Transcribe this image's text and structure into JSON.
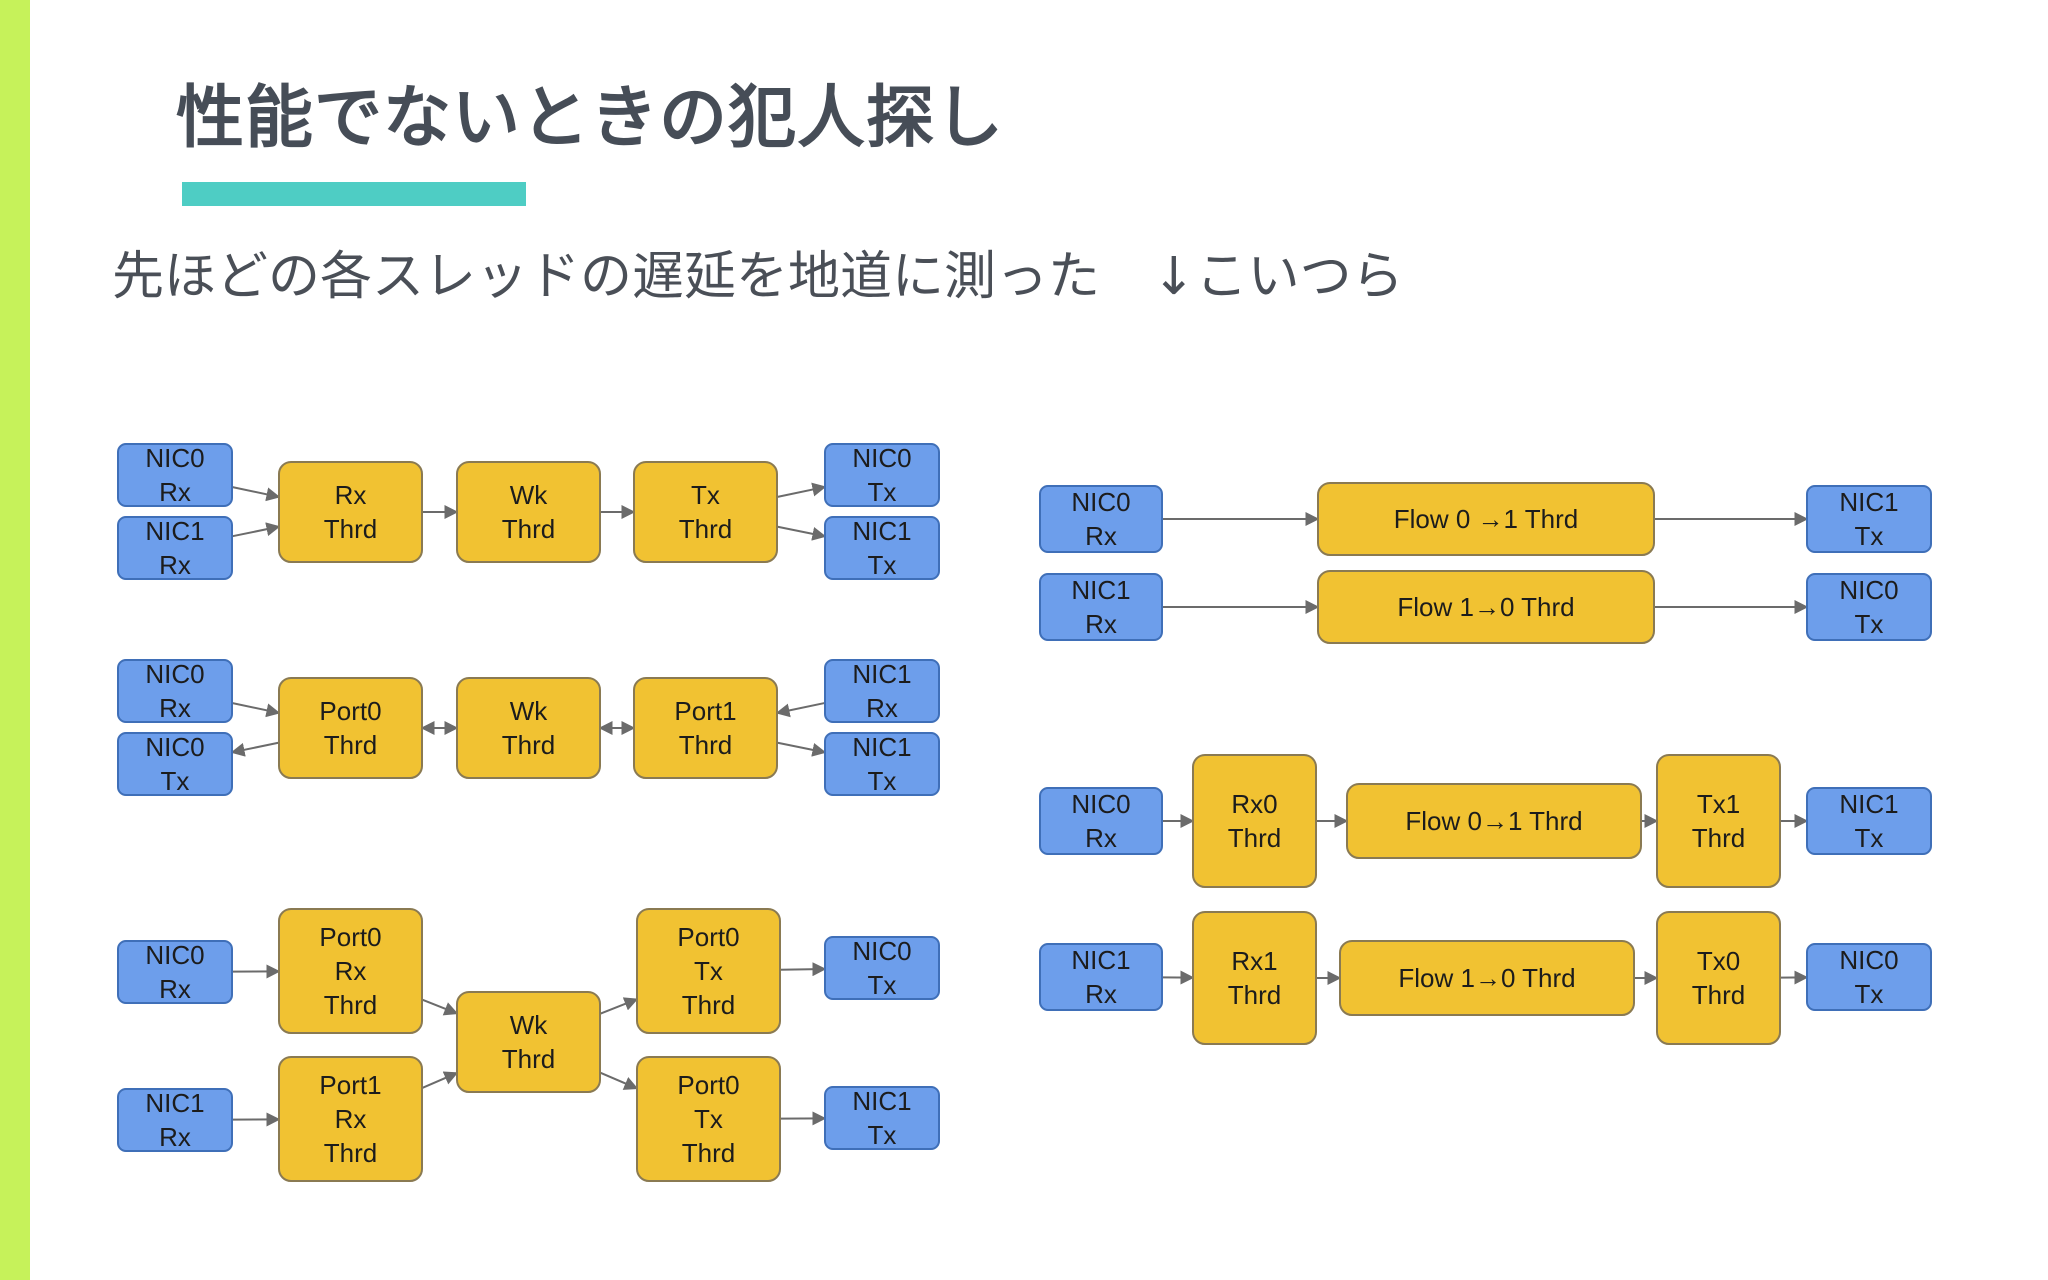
{
  "slide": {
    "title": "性能でないときの犯人探し",
    "subtitle": "先ほどの各スレッドの遅延を地道に測った　↓こいつら",
    "colors": {
      "left_bar": "#c6f25a",
      "title_underline": "#4ecdc4",
      "nic_box": "#6d9eeb",
      "thread_box": "#f1c232"
    }
  },
  "diagram": {
    "nodes": [
      {
        "id": "a_nic0rx",
        "kind": "nic",
        "lines": [
          "NIC0",
          "Rx"
        ]
      },
      {
        "id": "a_nic1rx",
        "kind": "nic",
        "lines": [
          "NIC1",
          "Rx"
        ]
      },
      {
        "id": "a_rx",
        "kind": "thread",
        "lines": [
          "Rx",
          "Thrd"
        ]
      },
      {
        "id": "a_wk",
        "kind": "thread",
        "lines": [
          "Wk",
          "Thrd"
        ]
      },
      {
        "id": "a_tx",
        "kind": "thread",
        "lines": [
          "Tx",
          "Thrd"
        ]
      },
      {
        "id": "a_nic0tx",
        "kind": "nic",
        "lines": [
          "NIC0",
          "Tx"
        ]
      },
      {
        "id": "a_nic1tx",
        "kind": "nic",
        "lines": [
          "NIC1",
          "Tx"
        ]
      },
      {
        "id": "b_nic0rx",
        "kind": "nic",
        "lines": [
          "NIC0",
          "Rx"
        ]
      },
      {
        "id": "b_nic0tx",
        "kind": "nic",
        "lines": [
          "NIC0",
          "Tx"
        ]
      },
      {
        "id": "b_port0",
        "kind": "thread",
        "lines": [
          "Port0",
          "Thrd"
        ]
      },
      {
        "id": "b_wk",
        "kind": "thread",
        "lines": [
          "Wk",
          "Thrd"
        ]
      },
      {
        "id": "b_port1",
        "kind": "thread",
        "lines": [
          "Port1",
          "Thrd"
        ]
      },
      {
        "id": "b_nic1rx",
        "kind": "nic",
        "lines": [
          "NIC1",
          "Rx"
        ]
      },
      {
        "id": "b_nic1tx",
        "kind": "nic",
        "lines": [
          "NIC1",
          "Tx"
        ]
      },
      {
        "id": "c_nic0rx",
        "kind": "nic",
        "lines": [
          "NIC0",
          "Rx"
        ]
      },
      {
        "id": "c_nic1rx",
        "kind": "nic",
        "lines": [
          "NIC1",
          "Rx"
        ]
      },
      {
        "id": "c_p0rx",
        "kind": "thread",
        "lines": [
          "Port0",
          "Rx",
          "Thrd"
        ]
      },
      {
        "id": "c_p1rx",
        "kind": "thread",
        "lines": [
          "Port1",
          "Rx",
          "Thrd"
        ]
      },
      {
        "id": "c_wk",
        "kind": "thread",
        "lines": [
          "Wk",
          "Thrd"
        ]
      },
      {
        "id": "c_p0tx_a",
        "kind": "thread",
        "lines": [
          "Port0",
          "Tx",
          "Thrd"
        ]
      },
      {
        "id": "c_p0tx_b",
        "kind": "thread",
        "lines": [
          "Port0",
          "Tx",
          "Thrd"
        ]
      },
      {
        "id": "c_nic0tx",
        "kind": "nic",
        "lines": [
          "NIC0",
          "Tx"
        ]
      },
      {
        "id": "c_nic1tx",
        "kind": "nic",
        "lines": [
          "NIC1",
          "Tx"
        ]
      },
      {
        "id": "d_nic0rx",
        "kind": "nic",
        "lines": [
          "NIC0",
          "Rx"
        ]
      },
      {
        "id": "d_nic1rx",
        "kind": "nic",
        "lines": [
          "NIC1",
          "Rx"
        ]
      },
      {
        "id": "d_flow01",
        "kind": "thread",
        "lines": [
          "Flow 0 →1 Thrd"
        ]
      },
      {
        "id": "d_flow10",
        "kind": "thread",
        "lines": [
          "Flow 1→0 Thrd"
        ]
      },
      {
        "id": "d_nic1tx",
        "kind": "nic",
        "lines": [
          "NIC1",
          "Tx"
        ]
      },
      {
        "id": "d_nic0tx",
        "kind": "nic",
        "lines": [
          "NIC0",
          "Tx"
        ]
      },
      {
        "id": "e_nic0rx",
        "kind": "nic",
        "lines": [
          "NIC0",
          "Rx"
        ]
      },
      {
        "id": "e_rx0",
        "kind": "thread",
        "lines": [
          "Rx0",
          "Thrd"
        ]
      },
      {
        "id": "e_flow01",
        "kind": "thread",
        "lines": [
          "Flow 0→1 Thrd"
        ]
      },
      {
        "id": "e_tx1",
        "kind": "thread",
        "lines": [
          "Tx1",
          "Thrd"
        ]
      },
      {
        "id": "e_nic1tx",
        "kind": "nic",
        "lines": [
          "NIC1",
          "Tx"
        ]
      },
      {
        "id": "e_nic1rx",
        "kind": "nic",
        "lines": [
          "NIC1",
          "Rx"
        ]
      },
      {
        "id": "e_rx1",
        "kind": "thread",
        "lines": [
          "Rx1",
          "Thrd"
        ]
      },
      {
        "id": "e_flow10",
        "kind": "thread",
        "lines": [
          "Flow 1→0 Thrd"
        ]
      },
      {
        "id": "e_tx0",
        "kind": "thread",
        "lines": [
          "Tx0",
          "Thrd"
        ]
      },
      {
        "id": "e_nic0tx",
        "kind": "nic",
        "lines": [
          "NIC0",
          "Tx"
        ]
      }
    ],
    "edges": [
      {
        "from": "a_nic0rx",
        "to": "a_rx"
      },
      {
        "from": "a_nic1rx",
        "to": "a_rx"
      },
      {
        "from": "a_rx",
        "to": "a_wk"
      },
      {
        "from": "a_wk",
        "to": "a_tx"
      },
      {
        "from": "a_tx",
        "to": "a_nic0tx"
      },
      {
        "from": "a_tx",
        "to": "a_nic1tx"
      },
      {
        "from": "b_nic0rx",
        "to": "b_port0"
      },
      {
        "from": "b_port0",
        "to": "b_nic0tx"
      },
      {
        "from": "b_port0",
        "to": "b_wk",
        "bidirectional": true
      },
      {
        "from": "b_wk",
        "to": "b_port1",
        "bidirectional": true
      },
      {
        "from": "b_nic1rx",
        "to": "b_port1"
      },
      {
        "from": "b_port1",
        "to": "b_nic1tx"
      },
      {
        "from": "c_nic0rx",
        "to": "c_p0rx"
      },
      {
        "from": "c_nic1rx",
        "to": "c_p1rx"
      },
      {
        "from": "c_p0rx",
        "to": "c_wk"
      },
      {
        "from": "c_p1rx",
        "to": "c_wk"
      },
      {
        "from": "c_wk",
        "to": "c_p0tx_a"
      },
      {
        "from": "c_wk",
        "to": "c_p0tx_b"
      },
      {
        "from": "c_p0tx_a",
        "to": "c_nic0tx"
      },
      {
        "from": "c_p0tx_b",
        "to": "c_nic1tx"
      },
      {
        "from": "d_nic0rx",
        "to": "d_flow01"
      },
      {
        "from": "d_flow01",
        "to": "d_nic1tx"
      },
      {
        "from": "d_nic1rx",
        "to": "d_flow10"
      },
      {
        "from": "d_flow10",
        "to": "d_nic0tx"
      },
      {
        "from": "e_nic0rx",
        "to": "e_rx0"
      },
      {
        "from": "e_rx0",
        "to": "e_flow01"
      },
      {
        "from": "e_flow01",
        "to": "e_tx1"
      },
      {
        "from": "e_tx1",
        "to": "e_nic1tx"
      },
      {
        "from": "e_nic1rx",
        "to": "e_rx1"
      },
      {
        "from": "e_rx1",
        "to": "e_flow10"
      },
      {
        "from": "e_flow10",
        "to": "e_tx0"
      },
      {
        "from": "e_tx0",
        "to": "e_nic0tx"
      }
    ]
  }
}
